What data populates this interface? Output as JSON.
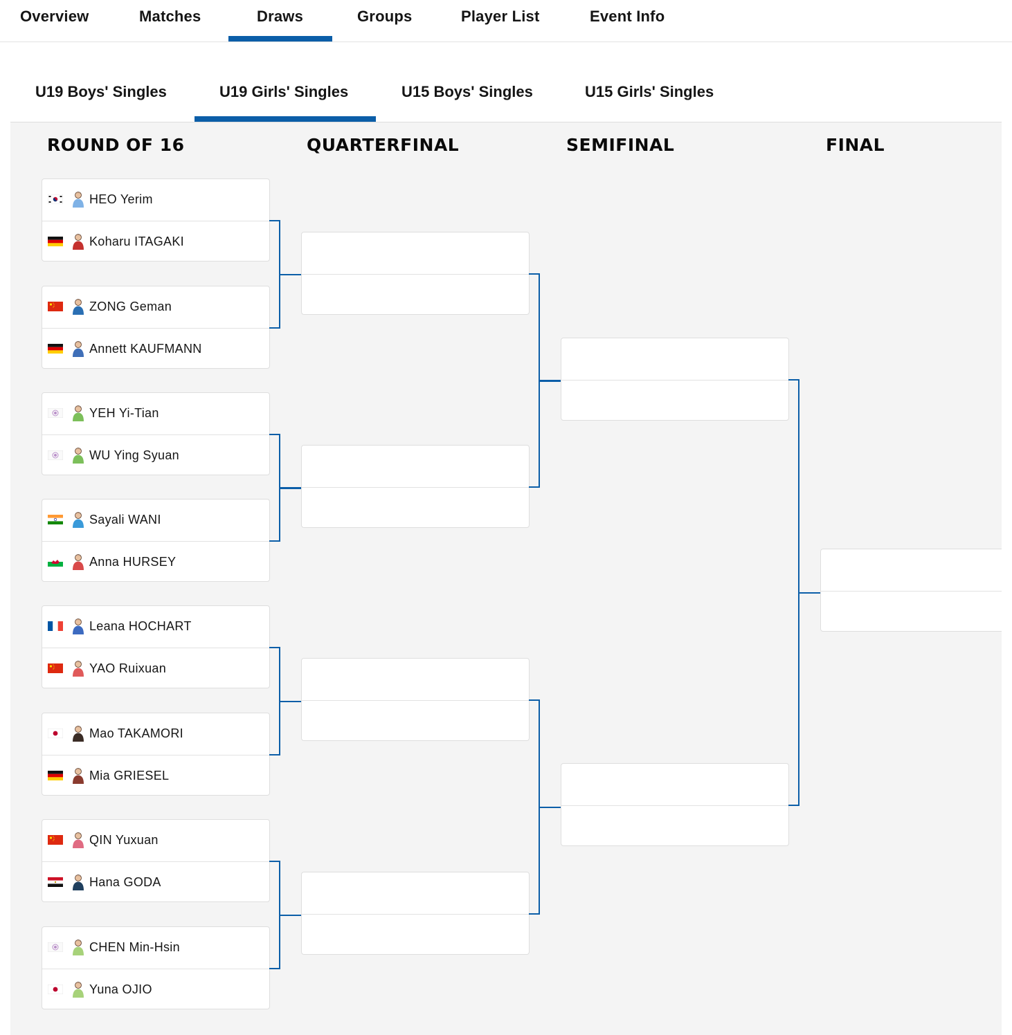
{
  "top_nav": {
    "tabs": [
      "Overview",
      "Matches",
      "Draws",
      "Groups",
      "Player List",
      "Event Info"
    ],
    "active": "Draws"
  },
  "event_tabs": {
    "tabs": [
      "U19 Boys' Singles",
      "U19 Girls' Singles",
      "U15 Boys' Singles",
      "U15 Girls' Singles"
    ],
    "active": "U19 Girls' Singles"
  },
  "bracket": {
    "rounds": [
      "ROUND OF 16",
      "QUARTERFINAL",
      "SEMIFINAL",
      "FINAL"
    ],
    "round_of_16": [
      {
        "top": {
          "name": "HEO Yerim",
          "flag": "kor"
        },
        "bottom": {
          "name": "Koharu ITAGAKI",
          "flag": "ger"
        }
      },
      {
        "top": {
          "name": "ZONG Geman",
          "flag": "chn"
        },
        "bottom": {
          "name": "Annett KAUFMANN",
          "flag": "ger"
        }
      },
      {
        "top": {
          "name": "YEH Yi-Tian",
          "flag": "tpe"
        },
        "bottom": {
          "name": "WU Ying Syuan",
          "flag": "tpe"
        }
      },
      {
        "top": {
          "name": "Sayali WANI",
          "flag": "ind"
        },
        "bottom": {
          "name": "Anna HURSEY",
          "flag": "wal"
        }
      },
      {
        "top": {
          "name": "Leana HOCHART",
          "flag": "fra"
        },
        "bottom": {
          "name": "YAO Ruixuan",
          "flag": "chn"
        }
      },
      {
        "top": {
          "name": "Mao TAKAMORI",
          "flag": "jpn"
        },
        "bottom": {
          "name": "Mia GRIESEL",
          "flag": "ger"
        }
      },
      {
        "top": {
          "name": "QIN Yuxuan",
          "flag": "chn"
        },
        "bottom": {
          "name": "Hana GODA",
          "flag": "egy"
        }
      },
      {
        "top": {
          "name": "CHEN Min-Hsin",
          "flag": "tpe"
        },
        "bottom": {
          "name": "Yuna OJIO",
          "flag": "jpn"
        }
      }
    ],
    "avatar_colors": [
      "#7fb2e6",
      "#c4312f",
      "#2a6fb3",
      "#3f6fb8",
      "#7cbf5a",
      "#7cbf5a",
      "#3a9ad9",
      "#d84a4a",
      "#3c6ac0",
      "#e05a5a",
      "#3a2c25",
      "#8a3b2e",
      "#e06b82",
      "#1f3f5e",
      "#a7d27a",
      "#a7d27a"
    ],
    "accent_color": "#0b5ea8"
  }
}
